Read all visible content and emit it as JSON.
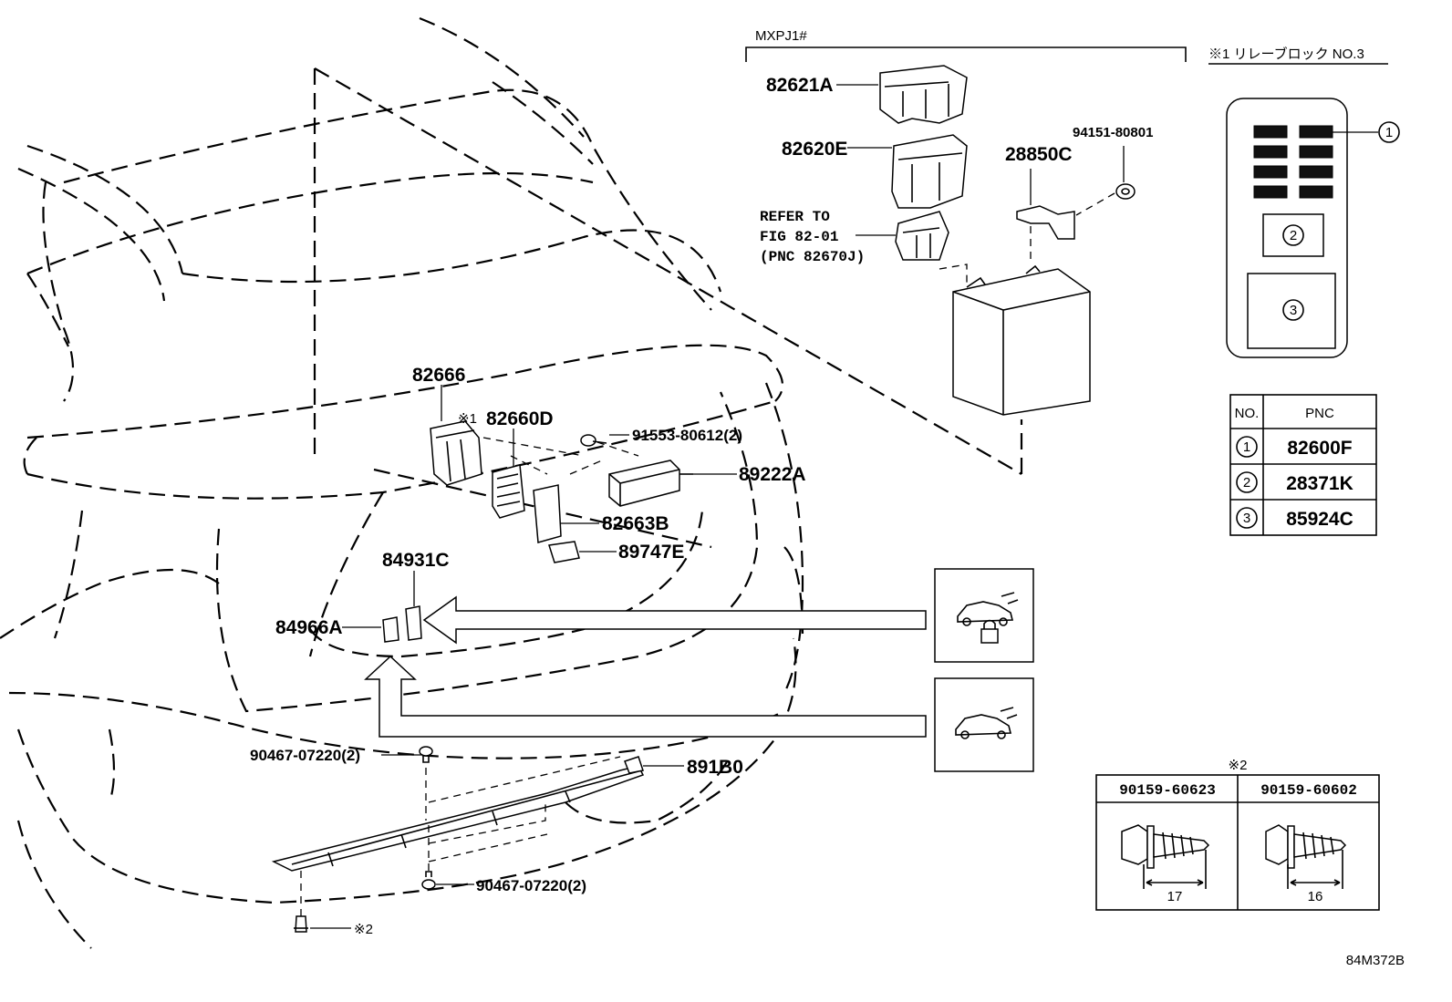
{
  "drawing_id": "84M372B",
  "model_label": "MXPJ1#",
  "relay_block_note": "※1 リレーブロック NO.3",
  "relay_block_circle_labels": [
    "1",
    "2",
    "3"
  ],
  "part_labels": {
    "p82621A": "82621A",
    "p82620E": "82620E",
    "p28850C": "28850C",
    "p94151": "94151-80801",
    "refer1": "REFER TO",
    "refer2": "FIG 82-01",
    "refer3": "(PNC 82670J)",
    "p82666": "82666",
    "note1_mark": "※1",
    "p82660D": "82660D",
    "p91553": "91553-80612(2)",
    "p89222A": "89222A",
    "p82663B": "82663B",
    "p89747E": "89747E",
    "p84931C": "84931C",
    "p84966A": "84966A",
    "p90467_top": "90467-07220(2)",
    "p891B0": "891B0",
    "p90467_bottom": "90467-07220(2)",
    "note2_mark": "※2"
  },
  "pnc_table": {
    "headers": [
      "NO.",
      "PNC"
    ],
    "rows": [
      {
        "no": "1",
        "pnc": "82600F"
      },
      {
        "no": "2",
        "pnc": "28371K"
      },
      {
        "no": "3",
        "pnc": "85924C"
      }
    ]
  },
  "screw_table": {
    "title": "※2",
    "columns": [
      {
        "part": "90159-60623",
        "length": "17"
      },
      {
        "part": "90159-60602",
        "length": "16"
      }
    ]
  },
  "icons": [
    "vehicle-lock-icon",
    "vehicle-icon"
  ]
}
